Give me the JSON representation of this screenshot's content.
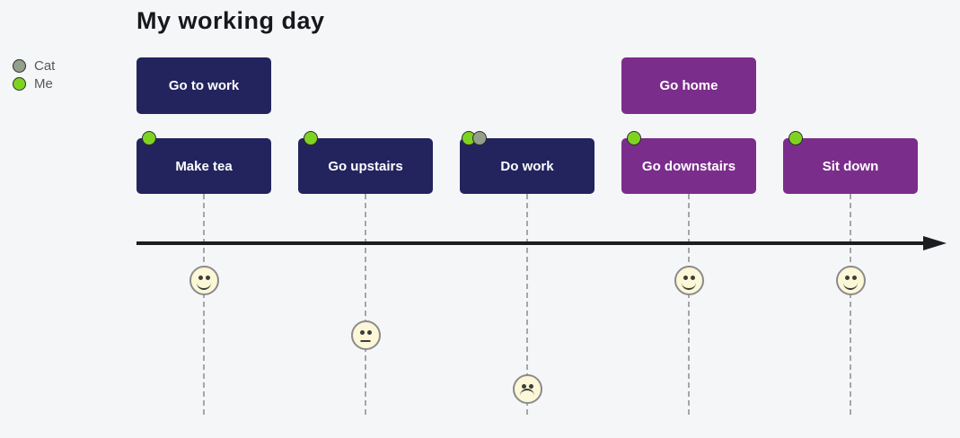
{
  "title": "My working day",
  "colors": {
    "background": "#f5f6f8",
    "section_go_to_work": "#23245e",
    "section_go_home": "#7b2d8b",
    "actor_me": "#7ed321",
    "actor_cat": "#93a08c",
    "axis": "#1c1c21",
    "face_fill": "#fcf7d7",
    "face_stroke": "#8b8b8b",
    "dashed_line": "#a6a6a6",
    "box_text": "#ffffff"
  },
  "legend": [
    {
      "label": "Cat",
      "color": "#93a08c"
    },
    {
      "label": "Me",
      "color": "#7ed321"
    }
  ],
  "actor_colors": {
    "Cat": "#93a08c",
    "Me": "#7ed321"
  },
  "sections": [
    {
      "label": "Go to work",
      "slot": 0,
      "color": "#23245e"
    },
    {
      "label": "Go home",
      "slot": 3,
      "color": "#7b2d8b"
    }
  ],
  "tasks": [
    {
      "label": "Make tea",
      "slot": 0,
      "section": "Go to work",
      "color": "#23245e",
      "actors": [
        "Me"
      ],
      "score": 5,
      "mood": "happy"
    },
    {
      "label": "Go upstairs",
      "slot": 1,
      "section": "Go to work",
      "color": "#23245e",
      "actors": [
        "Me"
      ],
      "score": 3,
      "mood": "neutral"
    },
    {
      "label": "Do work",
      "slot": 2,
      "section": "Go to work",
      "color": "#23245e",
      "actors": [
        "Me",
        "Cat"
      ],
      "score": 1,
      "mood": "sad"
    },
    {
      "label": "Go downstairs",
      "slot": 3,
      "section": "Go home",
      "color": "#7b2d8b",
      "actors": [
        "Me"
      ],
      "score": 5,
      "mood": "happy"
    },
    {
      "label": "Sit down",
      "slot": 4,
      "section": "Go home",
      "color": "#7b2d8b",
      "actors": [
        "Me"
      ],
      "score": 5,
      "mood": "happy"
    }
  ]
}
